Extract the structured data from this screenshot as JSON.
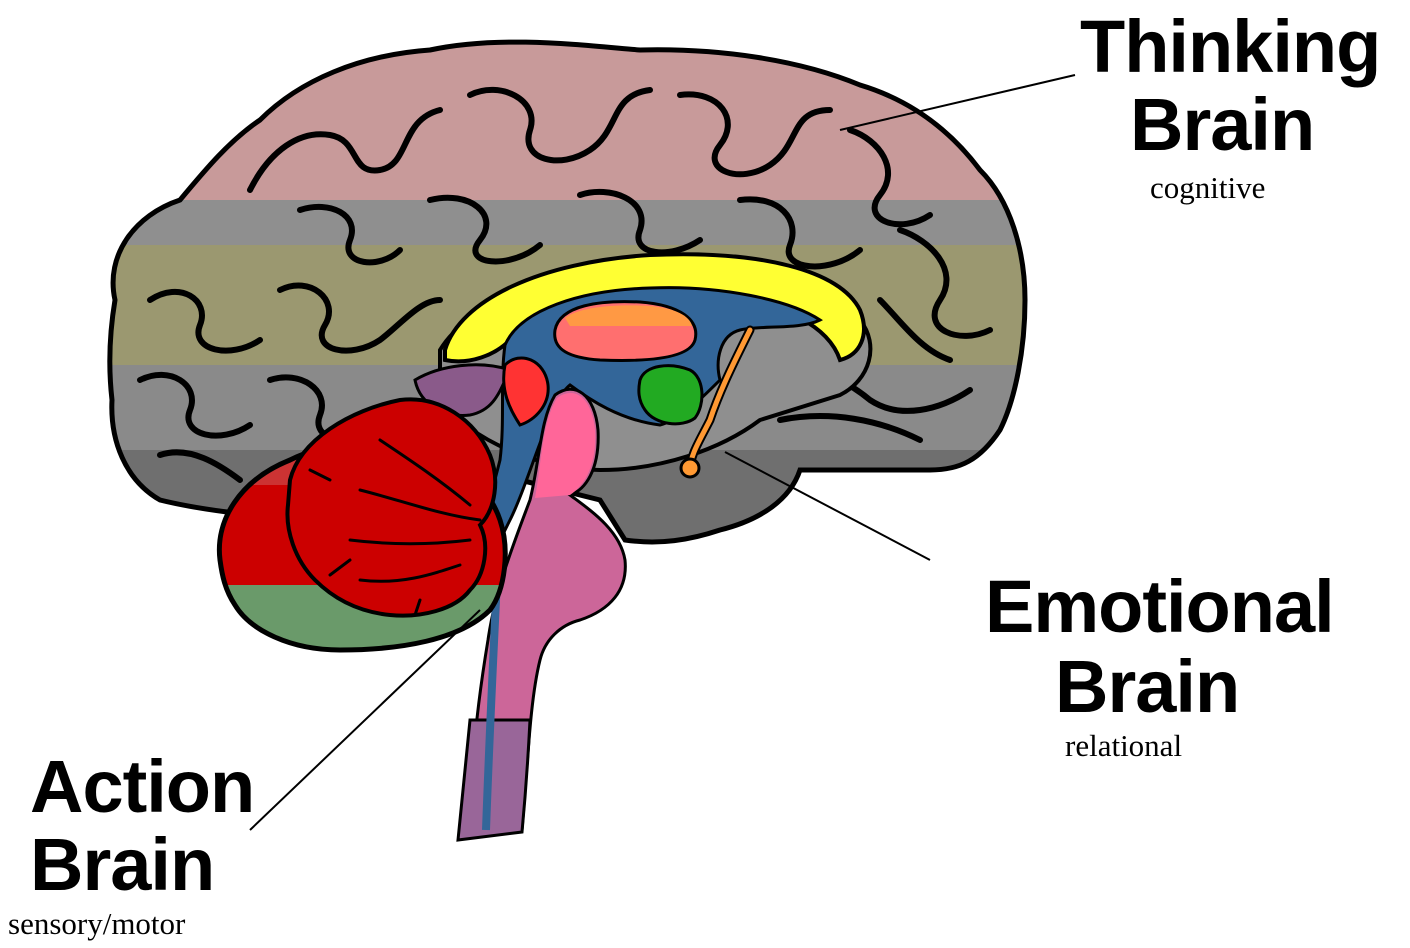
{
  "labels": {
    "thinking": {
      "line1": "Thinking",
      "line2": "Brain",
      "sub": "cognitive"
    },
    "emotional": {
      "line1": "Emotional",
      "line2": "Brain",
      "sub": "relational"
    },
    "action": {
      "line1": "Action",
      "line2": "Brain",
      "sub": "sensory/motor"
    }
  },
  "colors": {
    "cortex_top": "#c89a9a",
    "cortex_band_gray": "#8f8f8f",
    "cortex_band_olive": "#9b9870",
    "cortex_lower": "#8a8a8a",
    "cortex_bottom": "#6f6f6f",
    "cerebellum_red": "#cc0000",
    "cerebellum_light": "#ff3333",
    "cerebellum_mid": "#cc3333",
    "cerebellum_base": "#6a9a6a",
    "corpus_callosum": "#ffff33",
    "callosum_outline": "#ffcc33",
    "ventricle_blue": "#336699",
    "thalamus_pink": "#ff6f6f",
    "thalamus_orange": "#ff9944",
    "hypothalamus_green": "#22aa22",
    "pituitary_orange": "#ff9933",
    "brainstem_pink": "#ff6699",
    "brainstem_mauve": "#cc6699",
    "spinal_purple": "#996699",
    "midbrain_red": "#ff3333",
    "limbic_purple": "#8a5a8a"
  }
}
